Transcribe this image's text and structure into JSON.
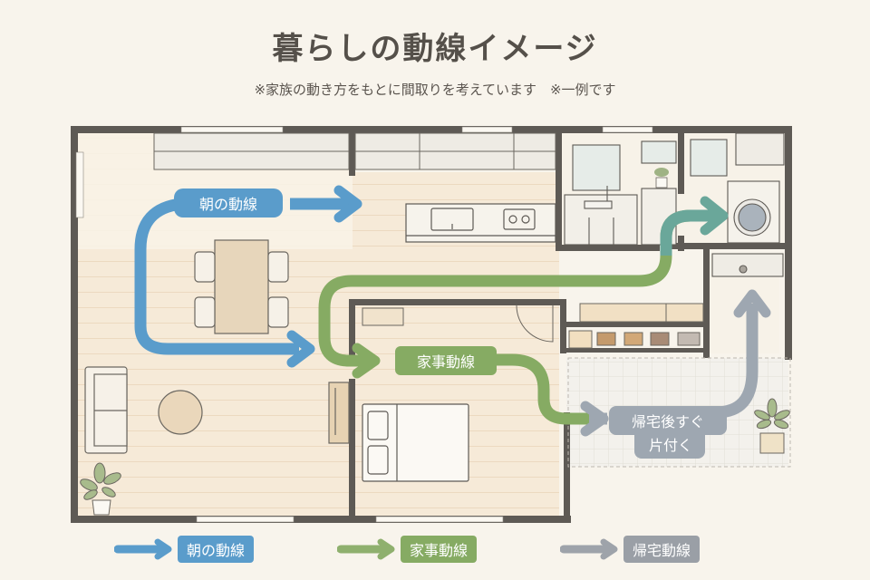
{
  "header": {
    "title": "暮らしの動線イメージ",
    "subtitle": "※家族の動き方をもとに間取りを考えています　※一例です"
  },
  "flows": {
    "morning": {
      "label": "朝の動線",
      "color": "#5a9ccb"
    },
    "housework": {
      "label": "家事動線",
      "color": "#86ab63"
    },
    "return_home": {
      "label": "帰宅後すぐ",
      "label2": "片付く",
      "color": "#9ea7b1"
    }
  },
  "legend": [
    {
      "label": "朝の動線",
      "color": "#5a9ccb"
    },
    {
      "label": "家事動線",
      "color": "#86ab63"
    },
    {
      "label": "帰宅動線",
      "color": "#9ea7b1"
    }
  ],
  "colors": {
    "wall": "#5e5a55",
    "floor": "#f5ead9",
    "furniture": "#e9d6b9",
    "background": "#f8f4ec"
  }
}
